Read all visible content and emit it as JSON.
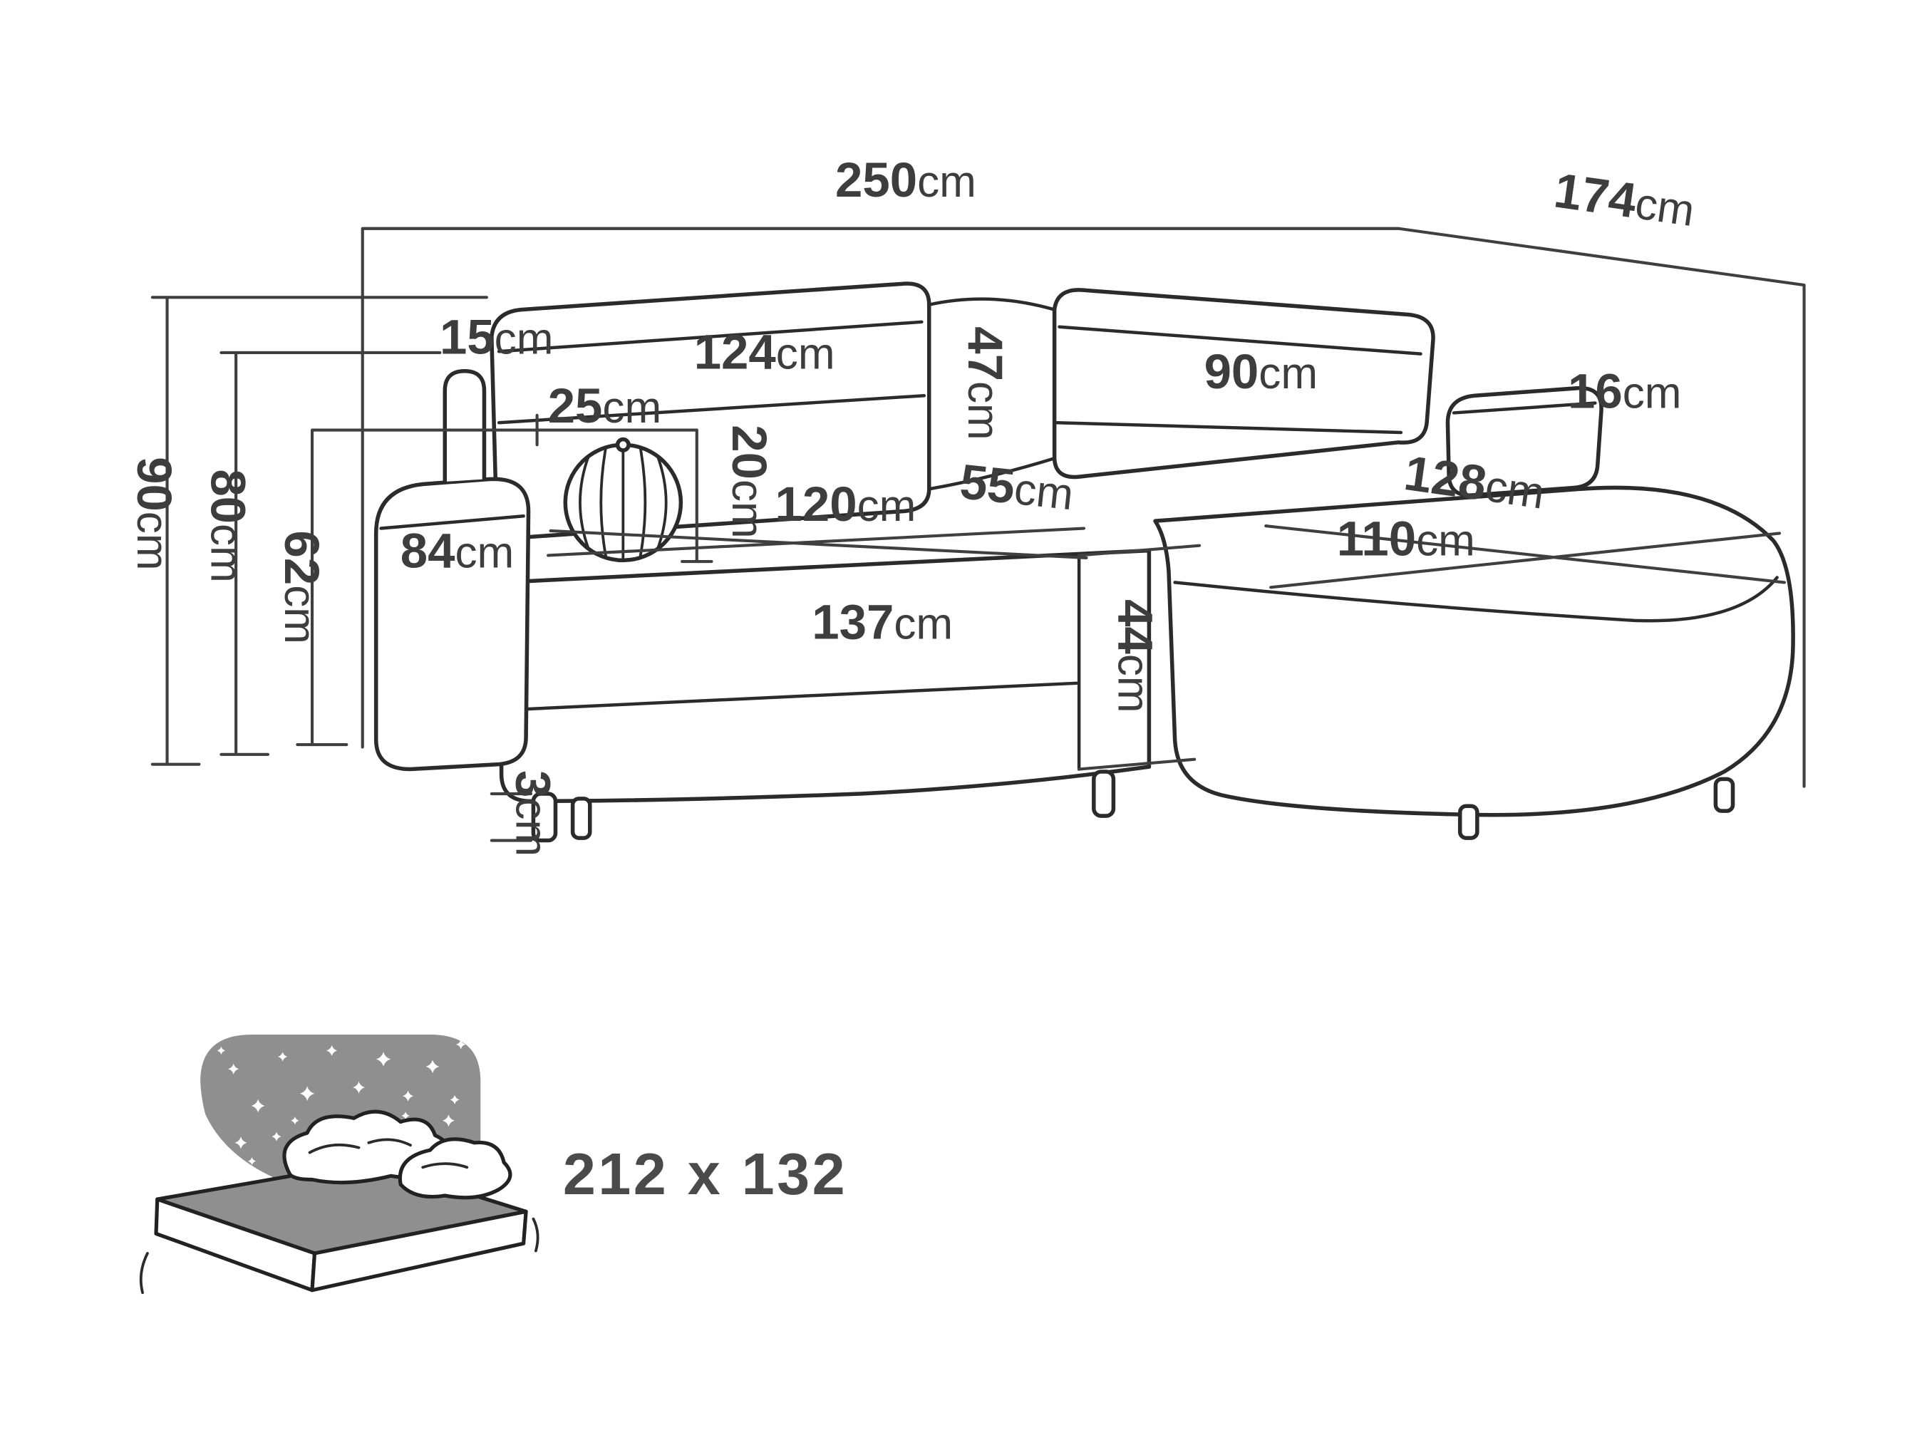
{
  "dimensions": {
    "total_width": {
      "value": "250",
      "unit": "cm"
    },
    "total_depth": {
      "value": "174",
      "unit": "cm"
    },
    "total_height": {
      "value": "90",
      "unit": "cm"
    },
    "backrest_height": {
      "value": "80",
      "unit": "cm"
    },
    "armrest_height": {
      "value": "62",
      "unit": "cm"
    },
    "armrest_top_width": {
      "value": "15",
      "unit": "cm"
    },
    "backrest_left_width": {
      "value": "124",
      "unit": "cm"
    },
    "backrest_panel_height": {
      "value": "47",
      "unit": "cm"
    },
    "backrest_right_width": {
      "value": "90",
      "unit": "cm"
    },
    "right_armrest_width": {
      "value": "16",
      "unit": "cm"
    },
    "pillow_width": {
      "value": "25",
      "unit": "cm"
    },
    "pillow_height": {
      "value": "20",
      "unit": "cm"
    },
    "seat_width": {
      "value": "120",
      "unit": "cm"
    },
    "seat_depth": {
      "value": "55",
      "unit": "cm"
    },
    "chaise_length": {
      "value": "128",
      "unit": "cm"
    },
    "chaise_width": {
      "value": "110",
      "unit": "cm"
    },
    "armrest_depth": {
      "value": "84",
      "unit": "cm"
    },
    "seat_front_width": {
      "value": "137",
      "unit": "cm"
    },
    "seat_height": {
      "value": "44",
      "unit": "cm"
    },
    "leg_height": {
      "value": "3",
      "unit": "cm"
    }
  },
  "sleeping_area": {
    "label": "212 x 132"
  },
  "colors": {
    "line": "#2b2b2b",
    "dim_line": "#3f3f3f",
    "text": "#3d3d3d",
    "headboard_gray": "#8f8f8f",
    "background": "#ffffff"
  }
}
